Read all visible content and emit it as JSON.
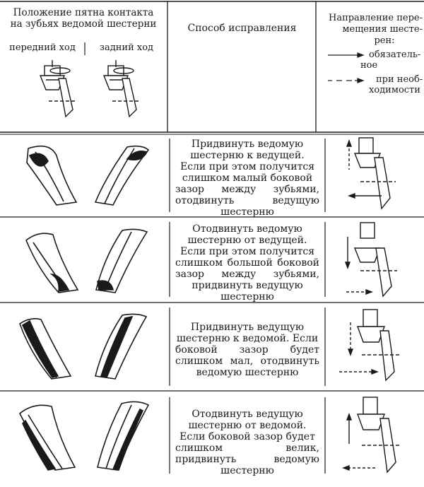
{
  "header": {
    "col1_title_line1": "Положение пятна контакта",
    "col1_title_line2": "на зубьях ведомой шестерни",
    "forward": "передний ход",
    "reverse": "задний ход",
    "col2_title": "Способ исправления",
    "col3_title_line1": "Направление пере-",
    "col3_title_line2": "мещения шесте-",
    "col3_title_line3": "рен:",
    "legend_required_1": "обязатель-",
    "legend_required_2": "ное",
    "legend_optional_1": "при необ-",
    "legend_optional_2": "ходимости"
  },
  "rows": [
    {
      "method": [
        "Придвинуть ведомую",
        "шестерню к ведущей.",
        "Если при этом получится",
        "слишком малый боковой",
        "зазор между зубьями, отодвинуть ведущую шестерню"
      ]
    },
    {
      "method": [
        "Отодвинуть ведомую",
        "шестерню от ведущей.",
        "Если при этом получится",
        "слишком большой боковой зазор между зубьями, придвинуть ведущую",
        "шестерню"
      ]
    },
    {
      "method": [
        "Придвинуть ведущую",
        "шестерню к ведомой. Если",
        "боковой зазор будет слишком мал, отодвинуть ведомую шестерню"
      ]
    },
    {
      "method": [
        "Отодвинуть ведущую",
        "шестерню от ведомой.",
        "Если боковой зазор будет",
        "слишком велик, придвинуть ведомую шестерню"
      ]
    }
  ]
}
